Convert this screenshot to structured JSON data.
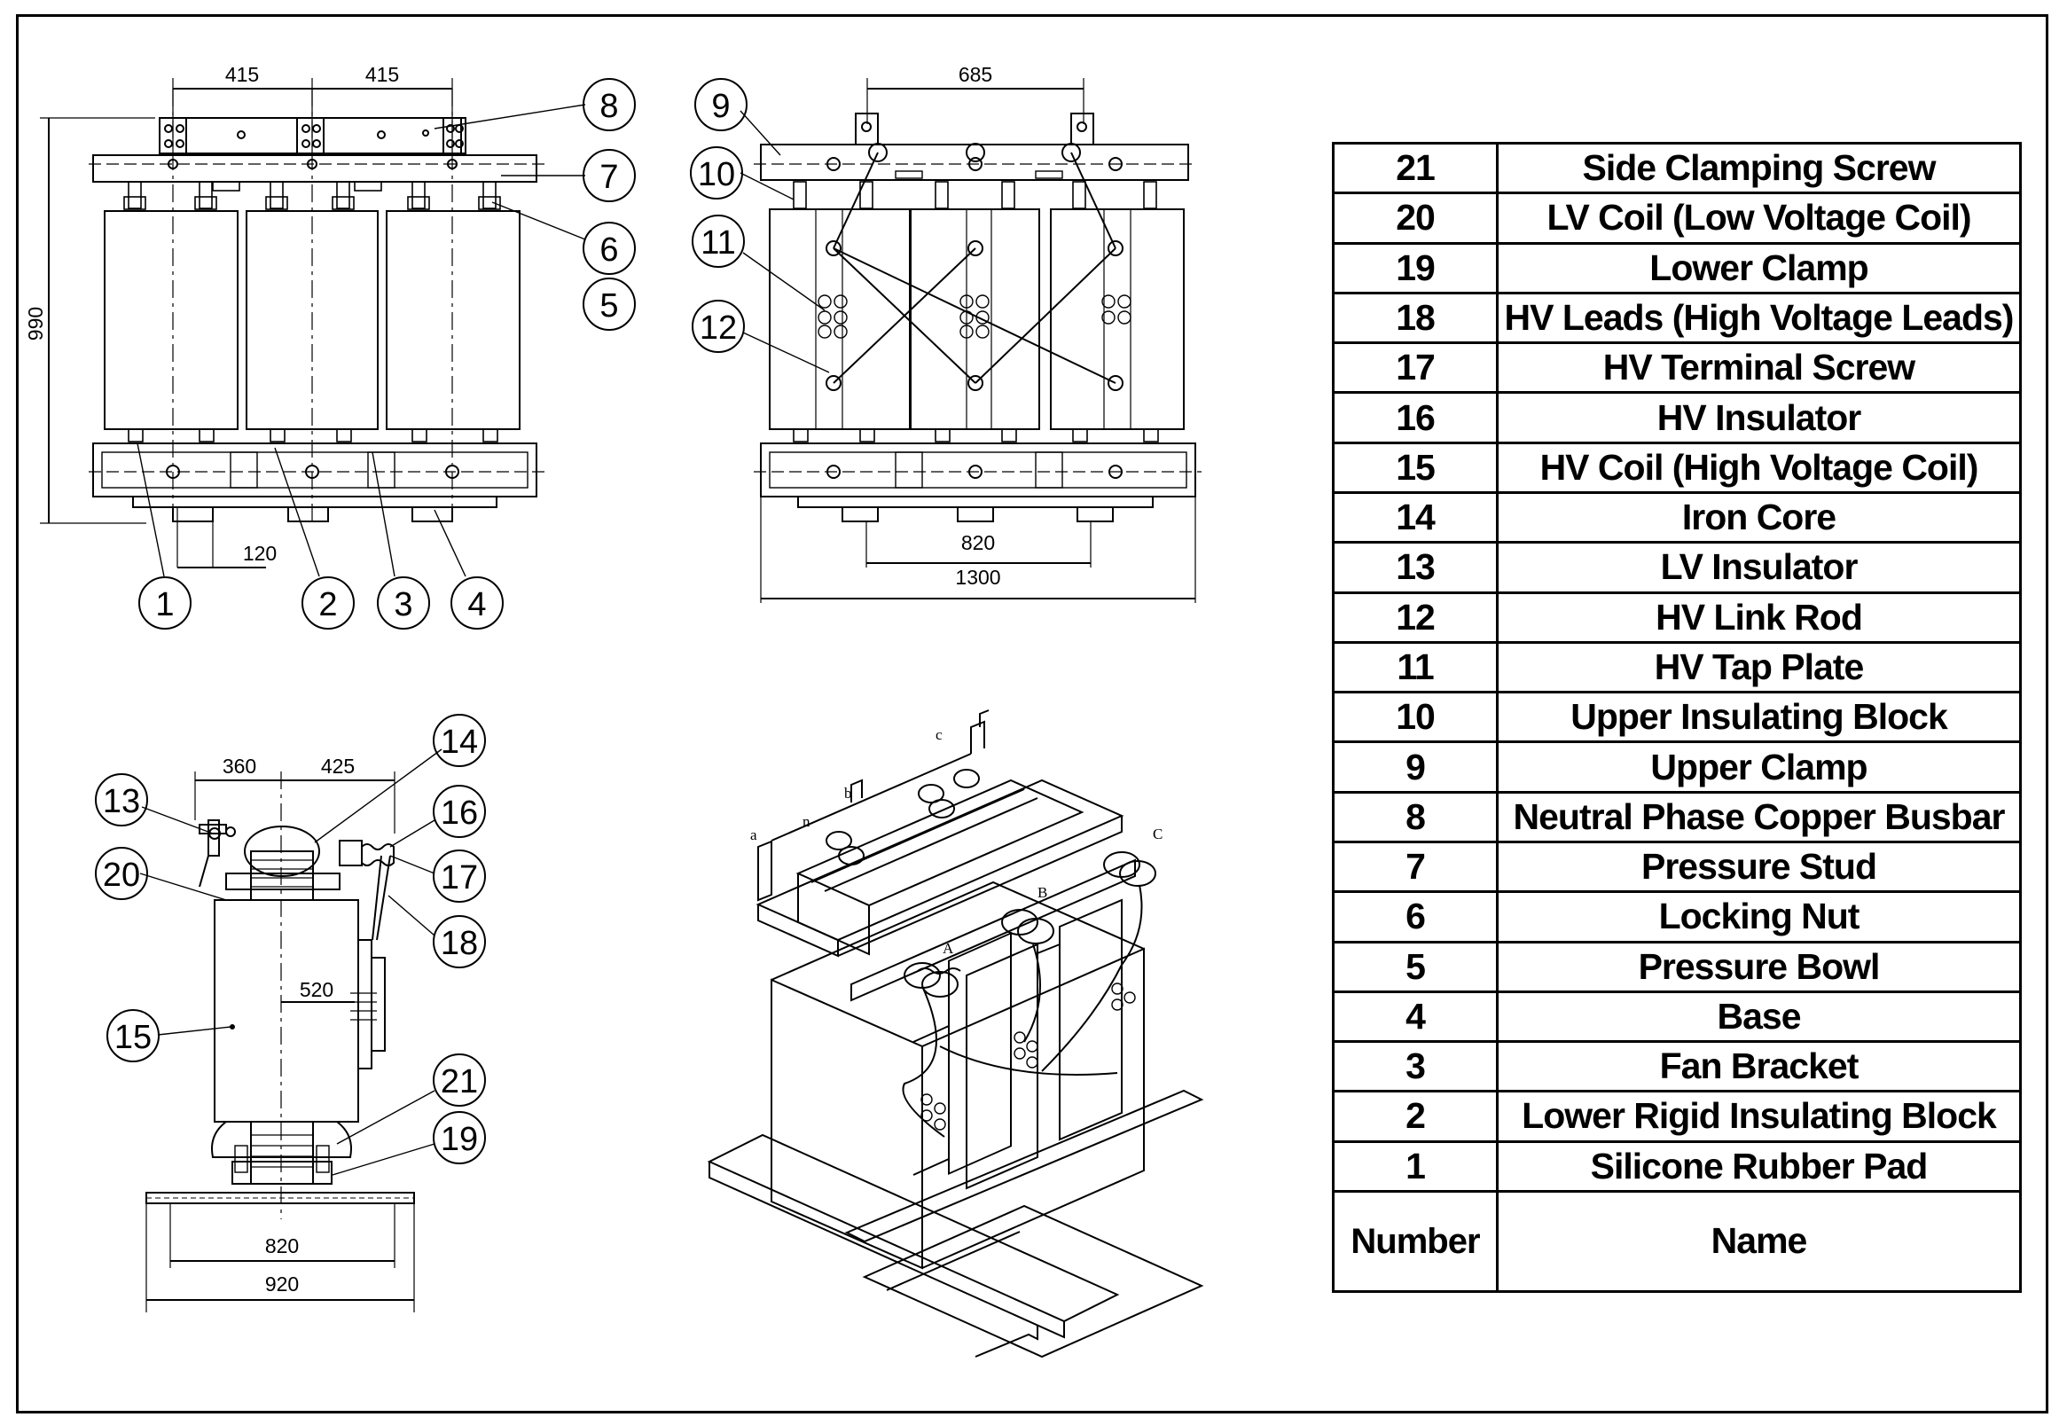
{
  "front_view": {
    "dims": [
      "415",
      "415",
      "990",
      "120"
    ],
    "balloons": [
      "8",
      "7",
      "6",
      "5",
      "1",
      "2",
      "3",
      "4"
    ]
  },
  "side_view": {
    "dims": [
      "685",
      "820",
      "1300"
    ],
    "balloons": [
      "9",
      "10",
      "11",
      "12"
    ]
  },
  "end_view": {
    "dims": [
      "360",
      "425",
      "520",
      "820",
      "920"
    ],
    "balloons": [
      "13",
      "20",
      "14",
      "16",
      "17",
      "18",
      "15",
      "21",
      "19"
    ]
  },
  "iso_view": {
    "terminal_letters": [
      "a",
      "n",
      "b",
      "c",
      "A",
      "B",
      "C"
    ]
  },
  "parts_table": {
    "header": {
      "number": "Number",
      "name": "Name"
    },
    "rows": [
      {
        "number": "21",
        "name": "Side Clamping Screw"
      },
      {
        "number": "20",
        "name": "LV Coil (Low Voltage Coil)"
      },
      {
        "number": "19",
        "name": "Lower Clamp"
      },
      {
        "number": "18",
        "name": "HV Leads (High Voltage Leads)"
      },
      {
        "number": "17",
        "name": "HV Terminal Screw"
      },
      {
        "number": "16",
        "name": "HV Insulator"
      },
      {
        "number": "15",
        "name": "HV Coil (High Voltage Coil)"
      },
      {
        "number": "14",
        "name": "Iron Core"
      },
      {
        "number": "13",
        "name": "LV Insulator"
      },
      {
        "number": "12",
        "name": "HV Link Rod"
      },
      {
        "number": "11",
        "name": "HV Tap Plate"
      },
      {
        "number": "10",
        "name": "Upper Insulating Block"
      },
      {
        "number": "9",
        "name": "Upper Clamp"
      },
      {
        "number": "8",
        "name": "Neutral Phase Copper Busbar"
      },
      {
        "number": "7",
        "name": "Pressure Stud"
      },
      {
        "number": "6",
        "name": "Locking Nut"
      },
      {
        "number": "5",
        "name": "Pressure Bowl"
      },
      {
        "number": "4",
        "name": "Base"
      },
      {
        "number": "3",
        "name": "Fan Bracket"
      },
      {
        "number": "2",
        "name": "Lower Rigid Insulating Block"
      },
      {
        "number": "1",
        "name": "Silicone Rubber Pad"
      }
    ]
  }
}
